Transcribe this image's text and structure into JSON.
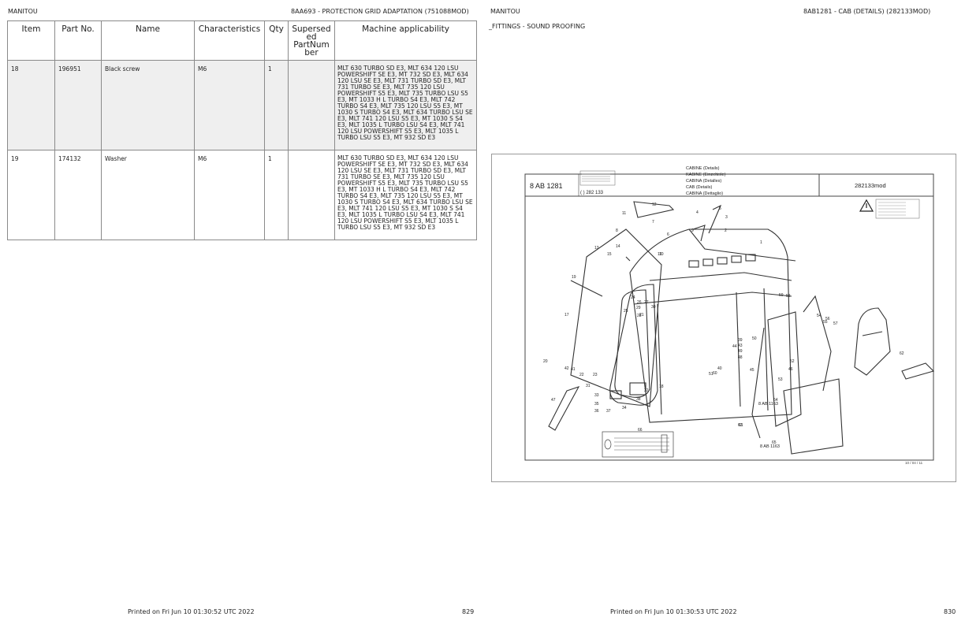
{
  "left_page": {
    "brand": "MANITOU",
    "section": "8AA693 - PROTECTION GRID ADAPTATION (751088MOD)",
    "columns": [
      "Item",
      "Part No.",
      "Name",
      "Characteristics",
      "Qty",
      "Supersed ed PartNum ber",
      "Machine applicability"
    ],
    "rows": [
      {
        "item": "18",
        "part_no": "196951",
        "name": "Black screw",
        "characteristics": "M6",
        "qty": "1",
        "superseded": "",
        "applicability": "MLT 630 TURBO SD E3, MLT 634 120 LSU POWERSHIFT SE E3, MT 732 SD E3, MLT 634 120 LSU SE E3, MLT 731 TURBO SD E3, MLT 731 TURBO SE E3, MLT 735 120 LSU POWERSHIFT S5 E3, MLT 735 TURBO LSU S5 E3, MT 1033 H L TURBO S4 E3, MLT 742 TURBO S4 E3, MLT 735 120 LSU S5 E3, MT 1030 S TURBO S4 E3, MLT 634 TURBO LSU SE E3, MLT 741 120 LSU S5 E3, MT 1030 S S4 E3, MLT 1035 L TURBO LSU S4 E3, MLT 741 120 LSU POWERSHIFT S5 E3, MLT 1035 L TURBO LSU S5 E3, MT 932 SD E3"
      },
      {
        "item": "19",
        "part_no": "174132",
        "name": "Washer",
        "characteristics": "M6",
        "qty": "1",
        "superseded": "",
        "applicability": "MLT 630 TURBO SD E3, MLT 634 120 LSU POWERSHIFT SE E3, MT 732 SD E3, MLT 634 120 LSU SE E3, MLT 731 TURBO SD E3, MLT 731 TURBO SE E3, MLT 735 120 LSU POWERSHIFT S5 E3, MLT 735 TURBO LSU S5 E3, MT 1033 H L TURBO S4 E3, MLT 742 TURBO S4 E3, MLT 735 120 LSU S5 E3, MT 1030 S TURBO S4 E3, MLT 634 TURBO LSU SE E3, MLT 741 120 LSU S5 E3, MT 1030 S S4 E3, MLT 1035 L TURBO LSU S4 E3, MLT 741 120 LSU POWERSHIFT S5 E3, MLT 1035 L TURBO LSU S5 E3, MT 932 SD E3"
      }
    ],
    "printed": "Printed on  Fri Jun 10 01:30:52 UTC 2022",
    "page_number": "829"
  },
  "right_page": {
    "brand": "MANITOU",
    "section": "8AB1281 - CAB (DETAILS) (282133MOD)",
    "subtitle": "_FITTINGS - SOUND PROOFING",
    "printed": "Printed on  Fri Jun 10 01:30:53 UTC 2022",
    "page_number": "830"
  },
  "diagram": {
    "code": "8 AB 1281",
    "ref": "( ) 282 133",
    "mod": "282133mod",
    "titles": [
      "CABINE (Details)",
      "KABINE (Einzelteile)",
      "CABINA (Detalles)",
      "CAB (Details)",
      "CABINA (Dettaglio)"
    ],
    "cross_ref_1": "8 AB 1163",
    "cross_ref_2": "8 AB 1163",
    "date": "10 / 04 / 11",
    "callouts": [
      "1",
      "2",
      "3",
      "4",
      "5",
      "6",
      "7",
      "8",
      "9",
      "10",
      "11",
      "12",
      "13",
      "14",
      "15",
      "16",
      "17",
      "18",
      "19",
      "20",
      "21",
      "22",
      "23",
      "24",
      "25",
      "26",
      "27",
      "28",
      "29",
      "30",
      "31",
      "32",
      "33",
      "34",
      "35",
      "36",
      "37",
      "38",
      "39",
      "40",
      "41",
      "42",
      "43",
      "44",
      "45",
      "46",
      "47",
      "48",
      "49",
      "50",
      "51",
      "52",
      "53",
      "54",
      "55",
      "56",
      "57",
      "58",
      "59",
      "60",
      "61",
      "62",
      "63",
      "64",
      "65",
      "66"
    ],
    "colors": {
      "line": "#333333",
      "frame": "#555555"
    }
  }
}
